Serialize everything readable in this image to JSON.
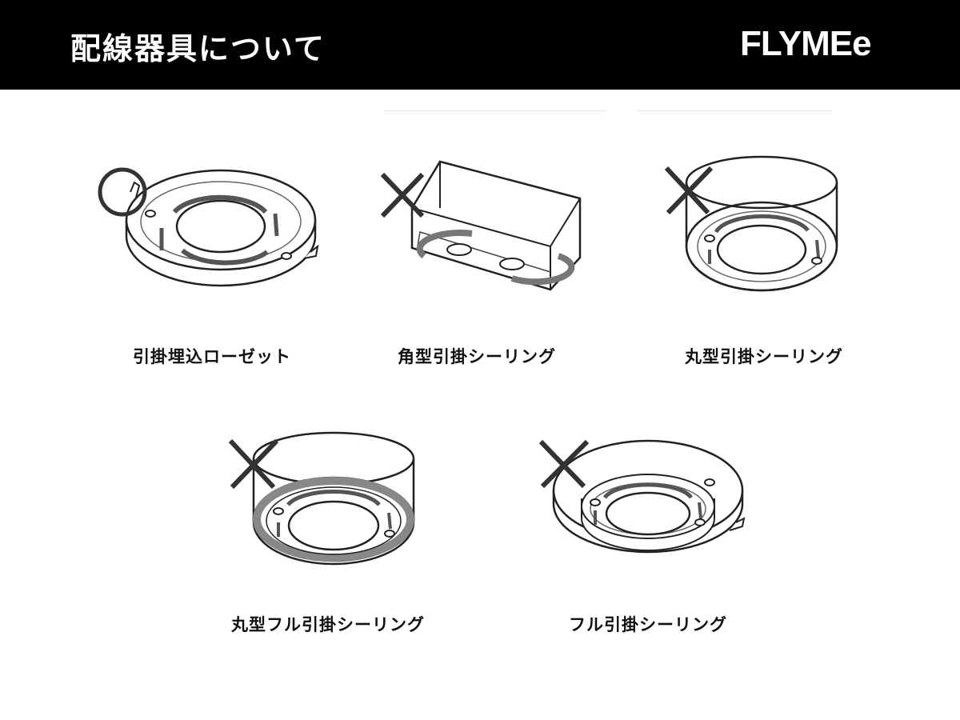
{
  "header": {
    "title": "配線器具について",
    "brand": "FLYMEe"
  },
  "colors": {
    "header_bg": "#000000",
    "header_text": "#ffffff",
    "mark": "#333333",
    "label": "#111111"
  },
  "fixtures": [
    {
      "label": "引掛埋込ローゼット",
      "mark": "○",
      "mark_icon": "circle-ok-icon"
    },
    {
      "label": "角型引掛シーリング",
      "mark": "×",
      "mark_icon": "cross-ng-icon"
    },
    {
      "label": "丸型引掛シーリング",
      "mark": "×",
      "mark_icon": "cross-ng-icon"
    },
    {
      "label": "丸型フル引掛シーリング",
      "mark": "×",
      "mark_icon": "cross-ng-icon"
    },
    {
      "label": "フル引掛シーリング",
      "mark": "×",
      "mark_icon": "cross-ng-icon"
    }
  ]
}
